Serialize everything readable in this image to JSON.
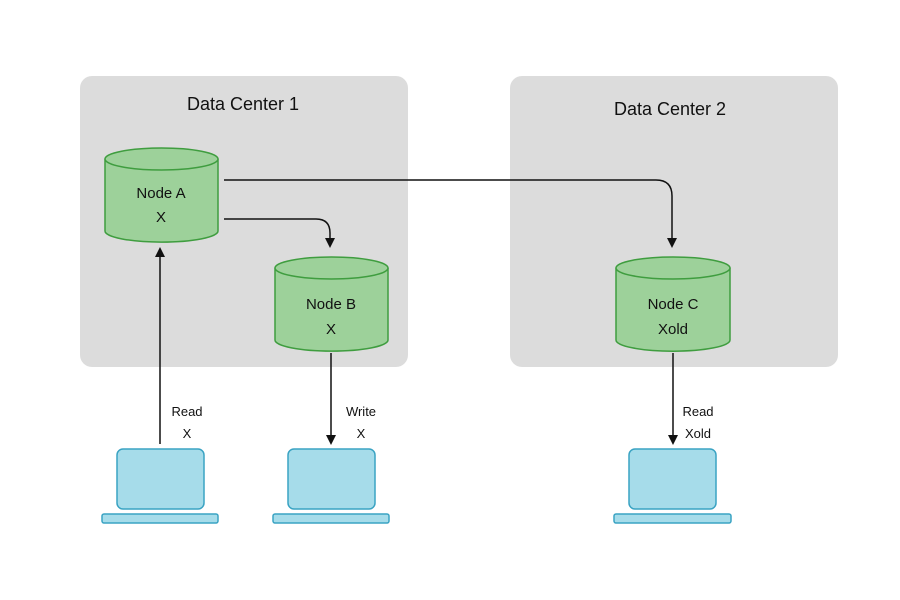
{
  "colors": {
    "background": "#ffffff",
    "datacenter_fill": "#dcdcdc",
    "node_fill": "#9dd19a",
    "node_stroke": "#3f9d3f",
    "client_fill": "#a6dcea",
    "client_stroke": "#3aa3c3",
    "arrow": "#111111"
  },
  "datacenters": [
    {
      "id": "dc1",
      "title": "Data Center 1"
    },
    {
      "id": "dc2",
      "title": "Data Center 2"
    }
  ],
  "nodes": [
    {
      "id": "a",
      "name": "Node A",
      "value": "X"
    },
    {
      "id": "b",
      "name": "Node B",
      "value": "X"
    },
    {
      "id": "c",
      "name": "Node C",
      "value": "Xold"
    }
  ],
  "clients": [
    {
      "id": "client-1",
      "icon": "laptop-icon",
      "op": "Read",
      "value": "X",
      "target": "a"
    },
    {
      "id": "client-2",
      "icon": "laptop-icon",
      "op": "Write",
      "value": "X",
      "target": "b"
    },
    {
      "id": "client-3",
      "icon": "laptop-icon",
      "op": "Read",
      "value": "Xold",
      "target": "c"
    }
  ],
  "replication": [
    {
      "from": "a",
      "to": "b"
    },
    {
      "from": "a",
      "to": "c"
    }
  ]
}
